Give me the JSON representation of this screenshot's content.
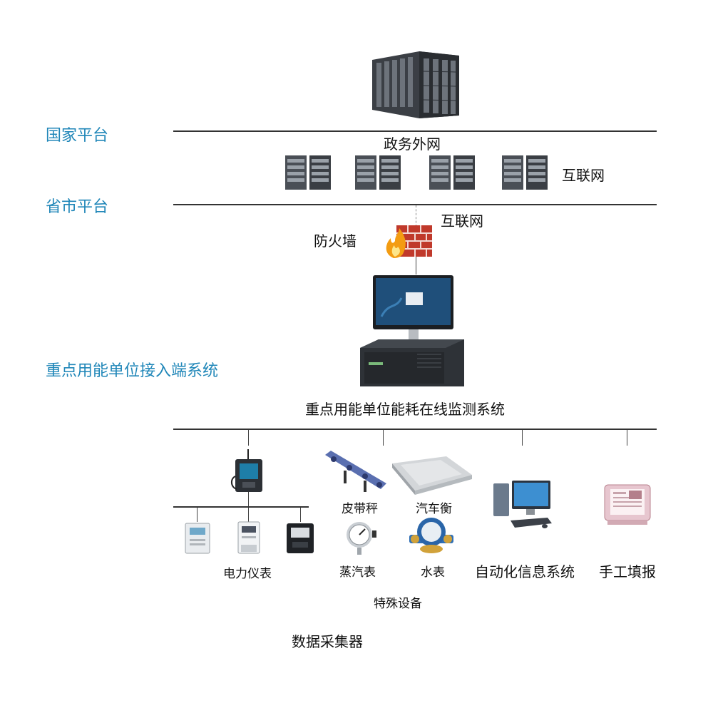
{
  "tiers": {
    "national": "国家平台",
    "provincial": "省市平台",
    "access": "重点用能单位接入端系统"
  },
  "network": {
    "gov_external": "政务外网",
    "internet_servers": "互联网",
    "internet_firewall": "互联网",
    "firewall": "防火墙"
  },
  "system": {
    "monitoring": "重点用能单位能耗在线监测系统"
  },
  "devices": {
    "electric_meter": "电力仪表",
    "belt_scale": "皮带秤",
    "truck_scale": "汽车衡",
    "steam_meter": "蒸汽表",
    "water_meter": "水表",
    "special_equipment": "特殊设备",
    "automation": "自动化信息系统",
    "manual": "手工填报",
    "data_collector": "数据采集器"
  },
  "colors": {
    "tier_text": "#1f86b8",
    "line": "#333333"
  }
}
